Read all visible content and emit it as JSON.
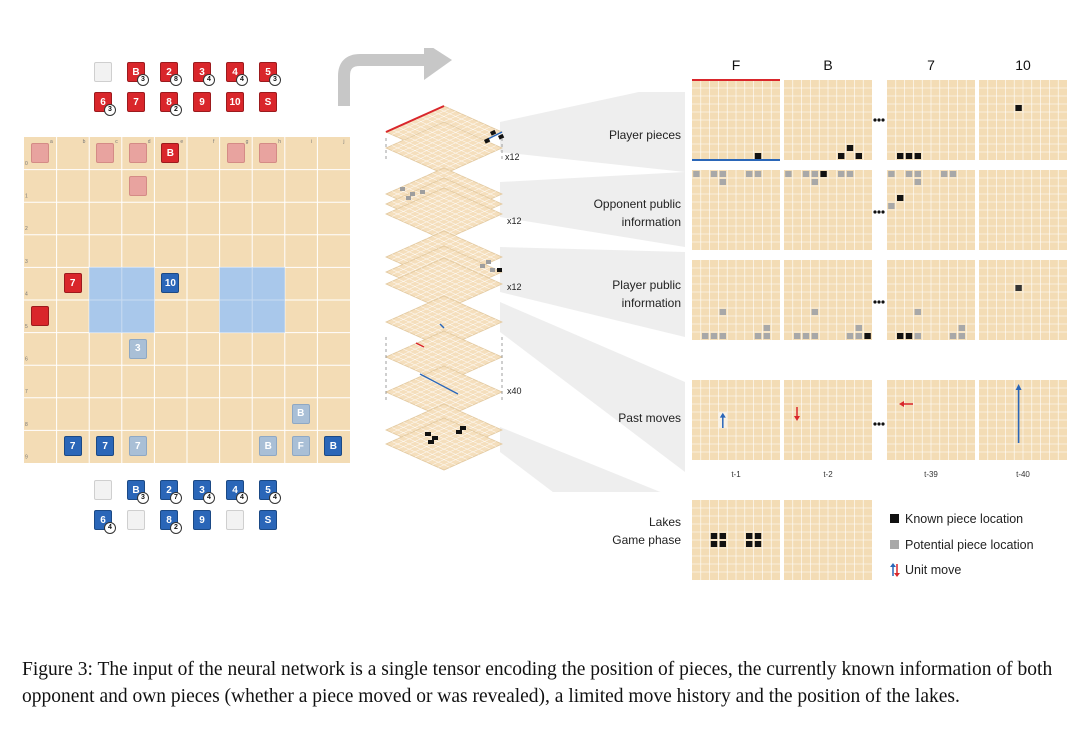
{
  "board": {
    "row_labels": [
      "0",
      "1",
      "2",
      "3",
      "4",
      "5",
      "6",
      "7",
      "8",
      "9"
    ],
    "col_labels": [
      "a",
      "b",
      "c",
      "d",
      "e",
      "f",
      "g",
      "h",
      "i",
      "j"
    ]
  },
  "top_pieces": [
    {
      "label": "",
      "badge": ""
    },
    {
      "label": "B",
      "badge": "3"
    },
    {
      "label": "2",
      "badge": "8"
    },
    {
      "label": "3",
      "badge": "4"
    },
    {
      "label": "4",
      "badge": "4"
    },
    {
      "label": "5",
      "badge": "3"
    },
    {
      "label": "6",
      "badge": "3"
    },
    {
      "label": "7",
      "badge": ""
    },
    {
      "label": "8",
      "badge": "2"
    },
    {
      "label": "9",
      "badge": ""
    },
    {
      "label": "10",
      "badge": ""
    },
    {
      "label": "S",
      "badge": ""
    }
  ],
  "bottom_pieces": [
    {
      "label": "",
      "badge": ""
    },
    {
      "label": "B",
      "badge": "3"
    },
    {
      "label": "2",
      "badge": "7"
    },
    {
      "label": "3",
      "badge": "4"
    },
    {
      "label": "4",
      "badge": "4"
    },
    {
      "label": "5",
      "badge": "4"
    },
    {
      "label": "6",
      "badge": "4"
    },
    {
      "label": "",
      "badge": ""
    },
    {
      "label": "8",
      "badge": "2"
    },
    {
      "label": "9",
      "badge": ""
    },
    {
      "label": "",
      "badge": ""
    },
    {
      "label": "S",
      "badge": ""
    }
  ],
  "board_pieces": {
    "red_B": "B",
    "red_7": "7",
    "blue_10": "10",
    "blue_3": "3",
    "blue_B_top": "B",
    "blue_7a": "7",
    "blue_7b": "7",
    "blue_7c": "7",
    "blue_B_faded": "B",
    "blue_F": "F",
    "blue_B_right": "B"
  },
  "stack_labels": {
    "x12_a": "x12",
    "x12_b": "x12",
    "x12_c": "x12",
    "x40": "x40"
  },
  "columns": [
    "F",
    "B",
    "7",
    "10"
  ],
  "rows": {
    "player_pieces": "Player pieces",
    "opponent_public_1": "Opponent public",
    "opponent_public_2": "information",
    "player_public_1": "Player public",
    "player_public_2": "information",
    "past_moves": "Past moves",
    "lakes": "Lakes",
    "game_phase": "Game phase"
  },
  "time_labels": [
    "t-1",
    "t-2",
    "t-39",
    "t-40"
  ],
  "legend": {
    "known": "Known piece location",
    "potential": "Potential piece location",
    "unit_move": "Unit move"
  },
  "colors": {
    "board_bg": "#f3dcb5",
    "lake": "#a9c8eb",
    "known": "#111111",
    "potential": "#a8a8a8",
    "red": "#d9262b",
    "blue": "#2a66b8"
  },
  "caption": "Figure 3: The input of the neural network is a single tensor encoding the position of pieces, the currently known information of both opponent and own pieces (whether a piece moved or was revealed), a limited move history and the position of the lakes."
}
